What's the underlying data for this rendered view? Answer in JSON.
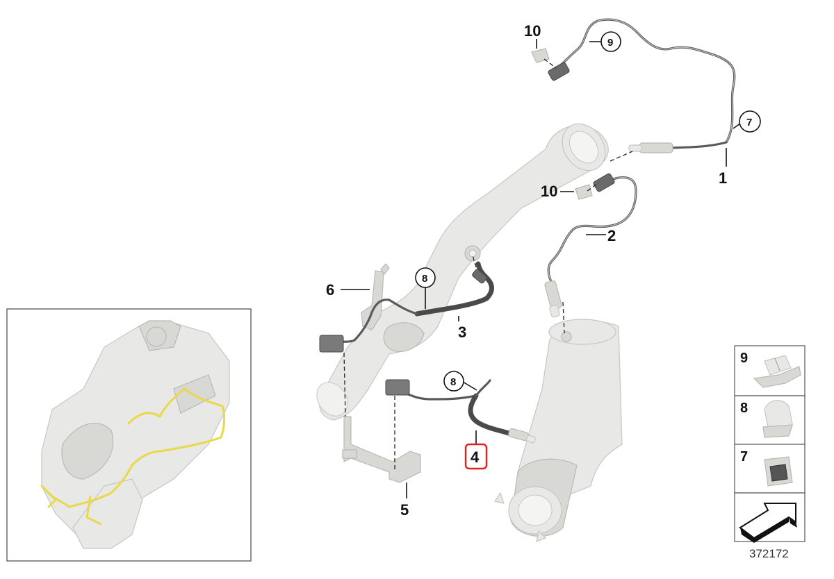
{
  "callouts": {
    "c1": "1",
    "c2": "2",
    "c3": "3",
    "c4": "4",
    "c5": "5",
    "c6": "6",
    "c7": "7",
    "c8a": "8",
    "c8b": "8",
    "c9": "9",
    "c10a": "10",
    "c10b": "10"
  },
  "highlight": {
    "callout": "4",
    "color": "#e02020"
  },
  "legend": {
    "items": [
      {
        "number": "9",
        "icon": "clip-9-icon"
      },
      {
        "number": "8",
        "icon": "clip-8-icon"
      },
      {
        "number": "7",
        "icon": "clip-7-icon"
      }
    ],
    "arrow_icon": "direction-arrow-icon"
  },
  "document_number": "372172",
  "inset": {
    "highlight_color": "#e8d84a"
  }
}
